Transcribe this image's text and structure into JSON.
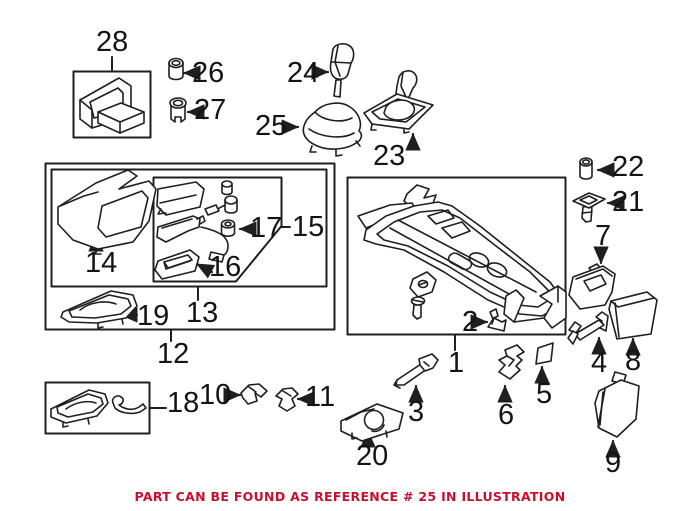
{
  "colors": {
    "line": "#1f1f1f",
    "background": "#ffffff",
    "note_red": "#c8102e"
  },
  "note": {
    "text": "PART CAN BE FOUND AS REFERENCE # 25 IN ILLUSTRATION"
  },
  "callouts": {
    "c1": "1",
    "c2": "2",
    "c3": "3",
    "c4": "4",
    "c5": "5",
    "c6": "6",
    "c7": "7",
    "c8": "8",
    "c9": "9",
    "c10": "10",
    "c11": "11",
    "c12": "12",
    "c13": "13",
    "c14": "14",
    "c15": "15",
    "c16": "16",
    "c17": "17",
    "c18": "18",
    "c19": "19",
    "c20": "20",
    "c21": "21",
    "c22": "22",
    "c23": "23",
    "c24": "24",
    "c25": "25",
    "c26": "26",
    "c27": "27",
    "c28": "28"
  }
}
